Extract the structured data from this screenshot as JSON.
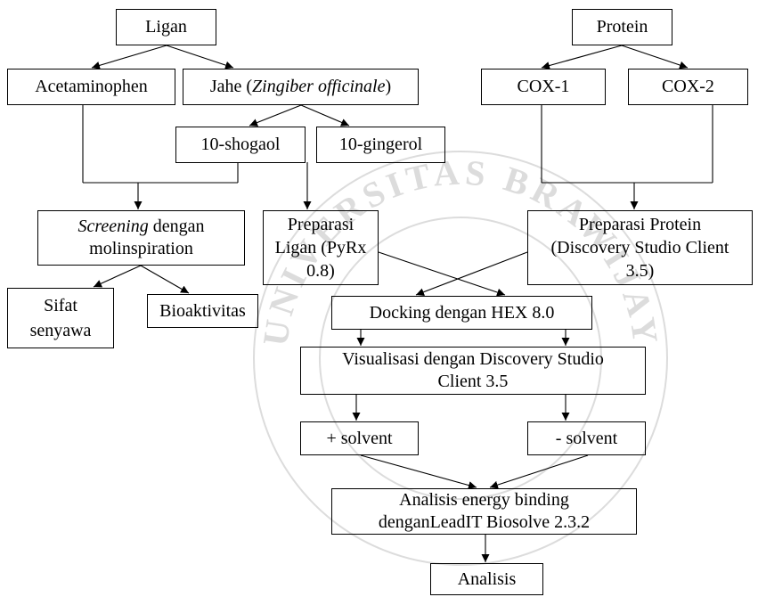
{
  "diagram": {
    "nodes": {
      "ligan": {
        "label": "Ligan"
      },
      "protein": {
        "label": "Protein"
      },
      "acetaminophen": {
        "label": "Acetaminophen"
      },
      "jahe": {
        "prefix": "Jahe (",
        "italic": "Zingiber officinale",
        "suffix": ")"
      },
      "cox1": {
        "label": "COX-1"
      },
      "cox2": {
        "label": "COX-2"
      },
      "shogaol": {
        "label": "10-shogaol"
      },
      "gingerol": {
        "label": "10-gingerol"
      },
      "screening": {
        "italic": "Screening",
        "rest": " dengan",
        "line2": "molinspiration"
      },
      "preparasi_ligan": {
        "lines": [
          "Preparasi",
          "Ligan (PyRx",
          "0.8)"
        ]
      },
      "preparasi_protein": {
        "lines": [
          "Preparasi Protein",
          "(Discovery Studio Client",
          "3.5)"
        ]
      },
      "sifat": {
        "lines": [
          "Sifat",
          "senyawa"
        ]
      },
      "bioaktivitas": {
        "label": "Bioaktivitas"
      },
      "docking": {
        "label": "Docking dengan HEX 8.0"
      },
      "visualisasi": {
        "lines": [
          "Visualisasi dengan Discovery Studio",
          "Client 3.5"
        ]
      },
      "plus_solvent": {
        "label": "+ solvent"
      },
      "minus_solvent": {
        "label": "- solvent"
      },
      "energy": {
        "lines": [
          "Analisis energy binding",
          "denganLeadIT Biosolve 2.3.2"
        ]
      },
      "analisis": {
        "label": "Analisis"
      }
    }
  },
  "watermark": {
    "text": "UNIVERSITAS BRAWIJAYA"
  },
  "colors": {
    "stroke": "#000000",
    "text": "#000000",
    "watermark": "#dcdcdc",
    "background": "#ffffff"
  }
}
